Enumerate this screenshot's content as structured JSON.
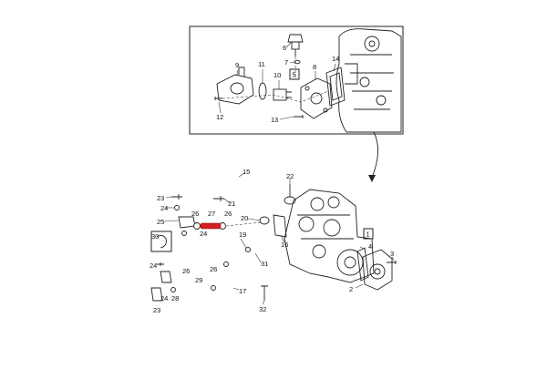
{
  "diagram": {
    "highlight_color": "#d42020",
    "inset_labels": [
      "5",
      "6",
      "7",
      "8",
      "9",
      "10",
      "11",
      "12",
      "13",
      "14"
    ],
    "main_labels": [
      "1",
      "2",
      "3",
      "4",
      "15",
      "16",
      "17",
      "19",
      "20",
      "21",
      "22",
      "23",
      "24",
      "25",
      "26",
      "27",
      "28",
      "29",
      "30",
      "31",
      "32"
    ],
    "boxed_labels": [
      "5",
      "1",
      "30"
    ]
  }
}
